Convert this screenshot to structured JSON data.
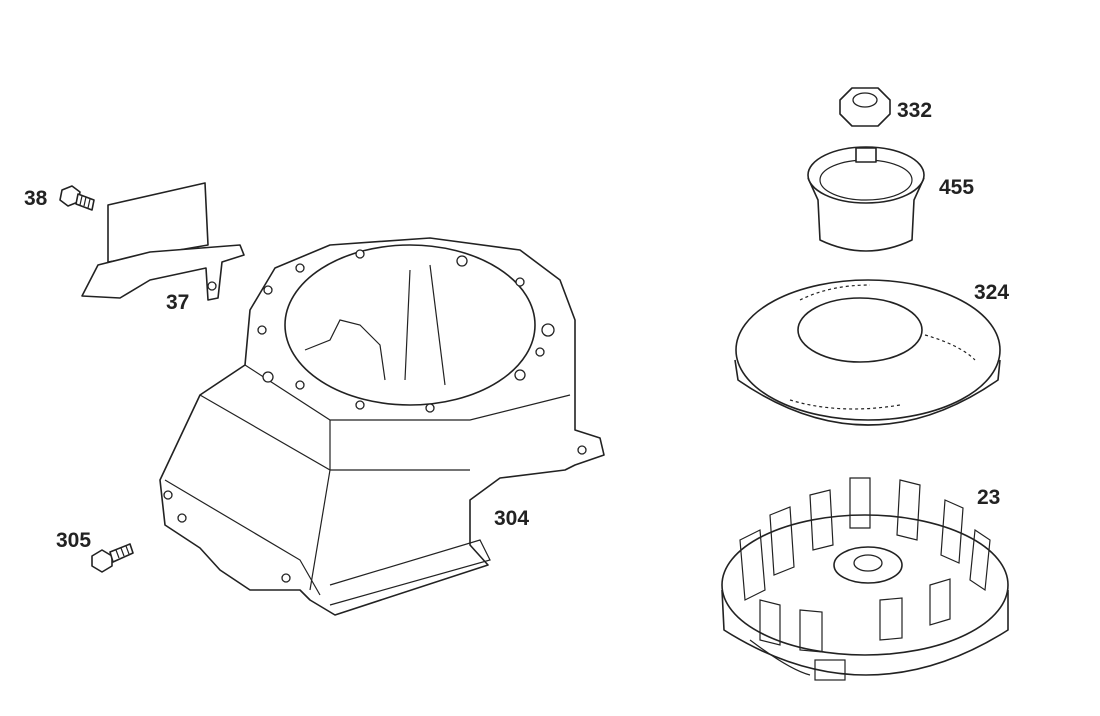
{
  "diagram": {
    "callouts": [
      {
        "id": "38",
        "part": "screw"
      },
      {
        "id": "37",
        "part": "baffle"
      },
      {
        "id": "305",
        "part": "screw"
      },
      {
        "id": "304",
        "part": "blower-housing"
      },
      {
        "id": "332",
        "part": "nut"
      },
      {
        "id": "455",
        "part": "clutch-cup"
      },
      {
        "id": "324",
        "part": "rotating-screen"
      },
      {
        "id": "23",
        "part": "flywheel"
      }
    ]
  }
}
